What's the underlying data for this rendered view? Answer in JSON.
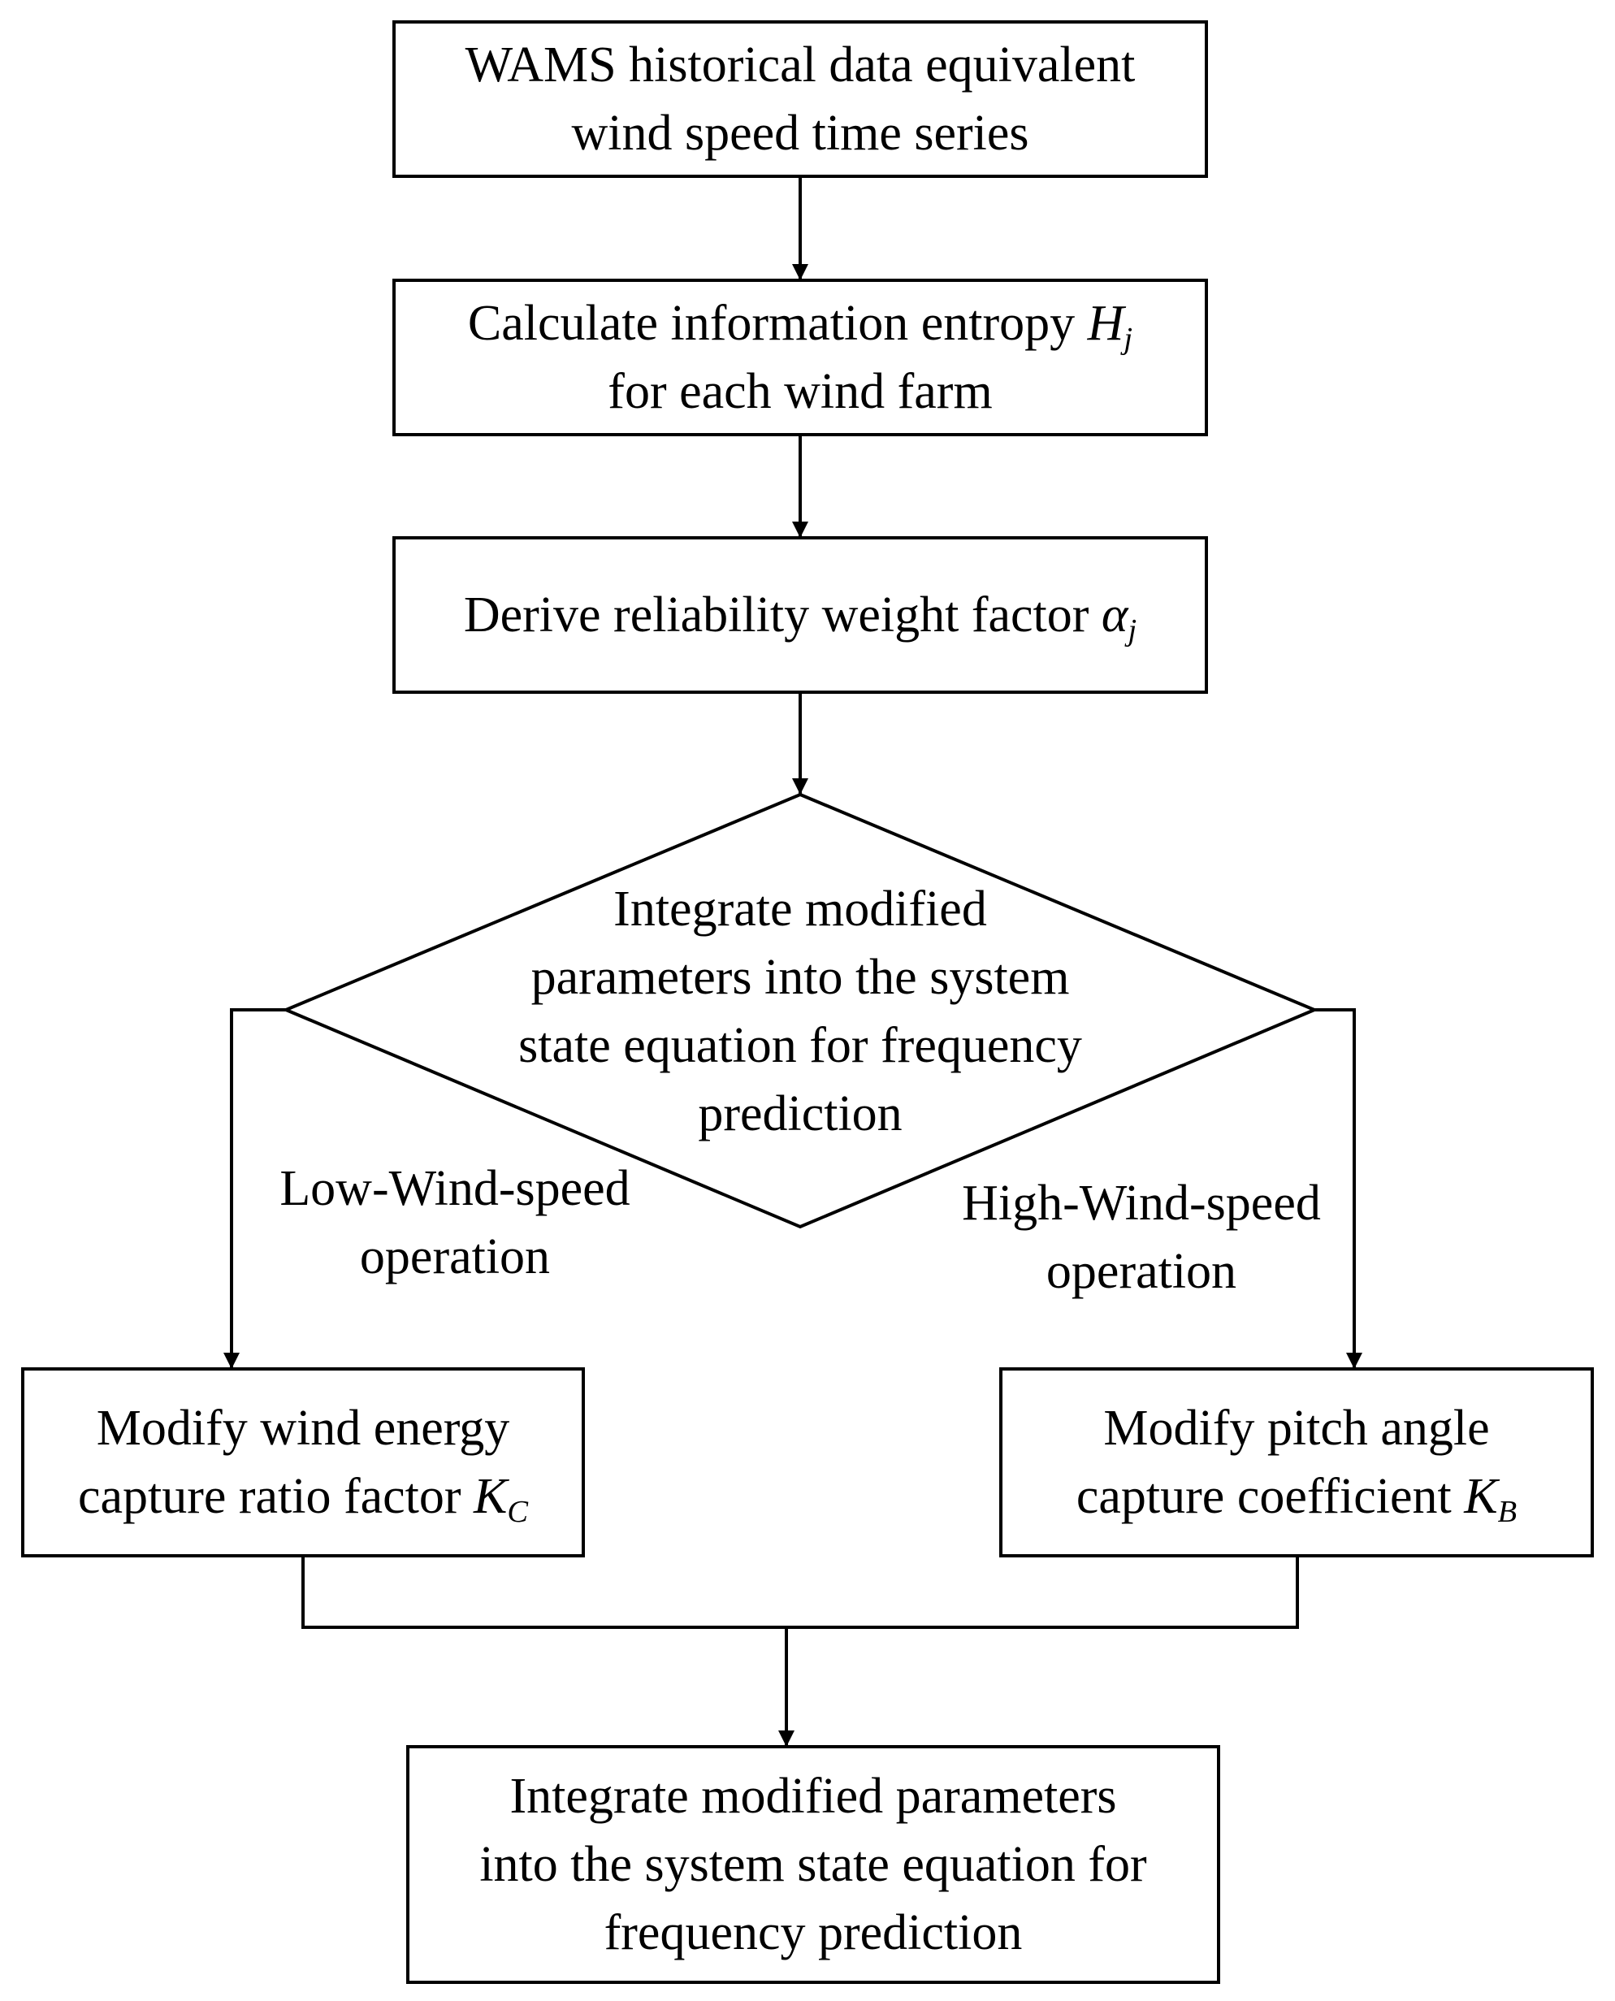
{
  "nodes": {
    "wams": {
      "lines": [
        "WAMS historical data equivalent",
        "wind speed time series"
      ]
    },
    "entropy": {
      "line1_text": "Calculate information entropy ",
      "line1_var": "H",
      "line1_sub": "j",
      "line2": "for each wind farm"
    },
    "weight": {
      "text": "Derive reliability weight factor ",
      "var": "α",
      "sub": "j"
    },
    "decision": {
      "lines": [
        "Integrate modified",
        "parameters into the system",
        "state equation for frequency",
        "prediction"
      ]
    },
    "low_box": {
      "line1": "Modify wind energy",
      "line2_text": "capture ratio factor ",
      "line2_var": "K",
      "line2_sub": "C"
    },
    "high_box": {
      "line1": "Modify pitch angle",
      "line2_text": "capture coefficient ",
      "line2_var": "K",
      "line2_sub": "B"
    },
    "final": {
      "lines": [
        "Integrate modified parameters",
        "into the system state equation for",
        "frequency prediction"
      ]
    }
  },
  "branch_labels": {
    "low": [
      "Low-Wind-speed",
      "operation"
    ],
    "high": [
      "High-Wind-speed",
      "operation"
    ]
  },
  "colors": {
    "stroke": "#000000",
    "background": "#ffffff"
  }
}
